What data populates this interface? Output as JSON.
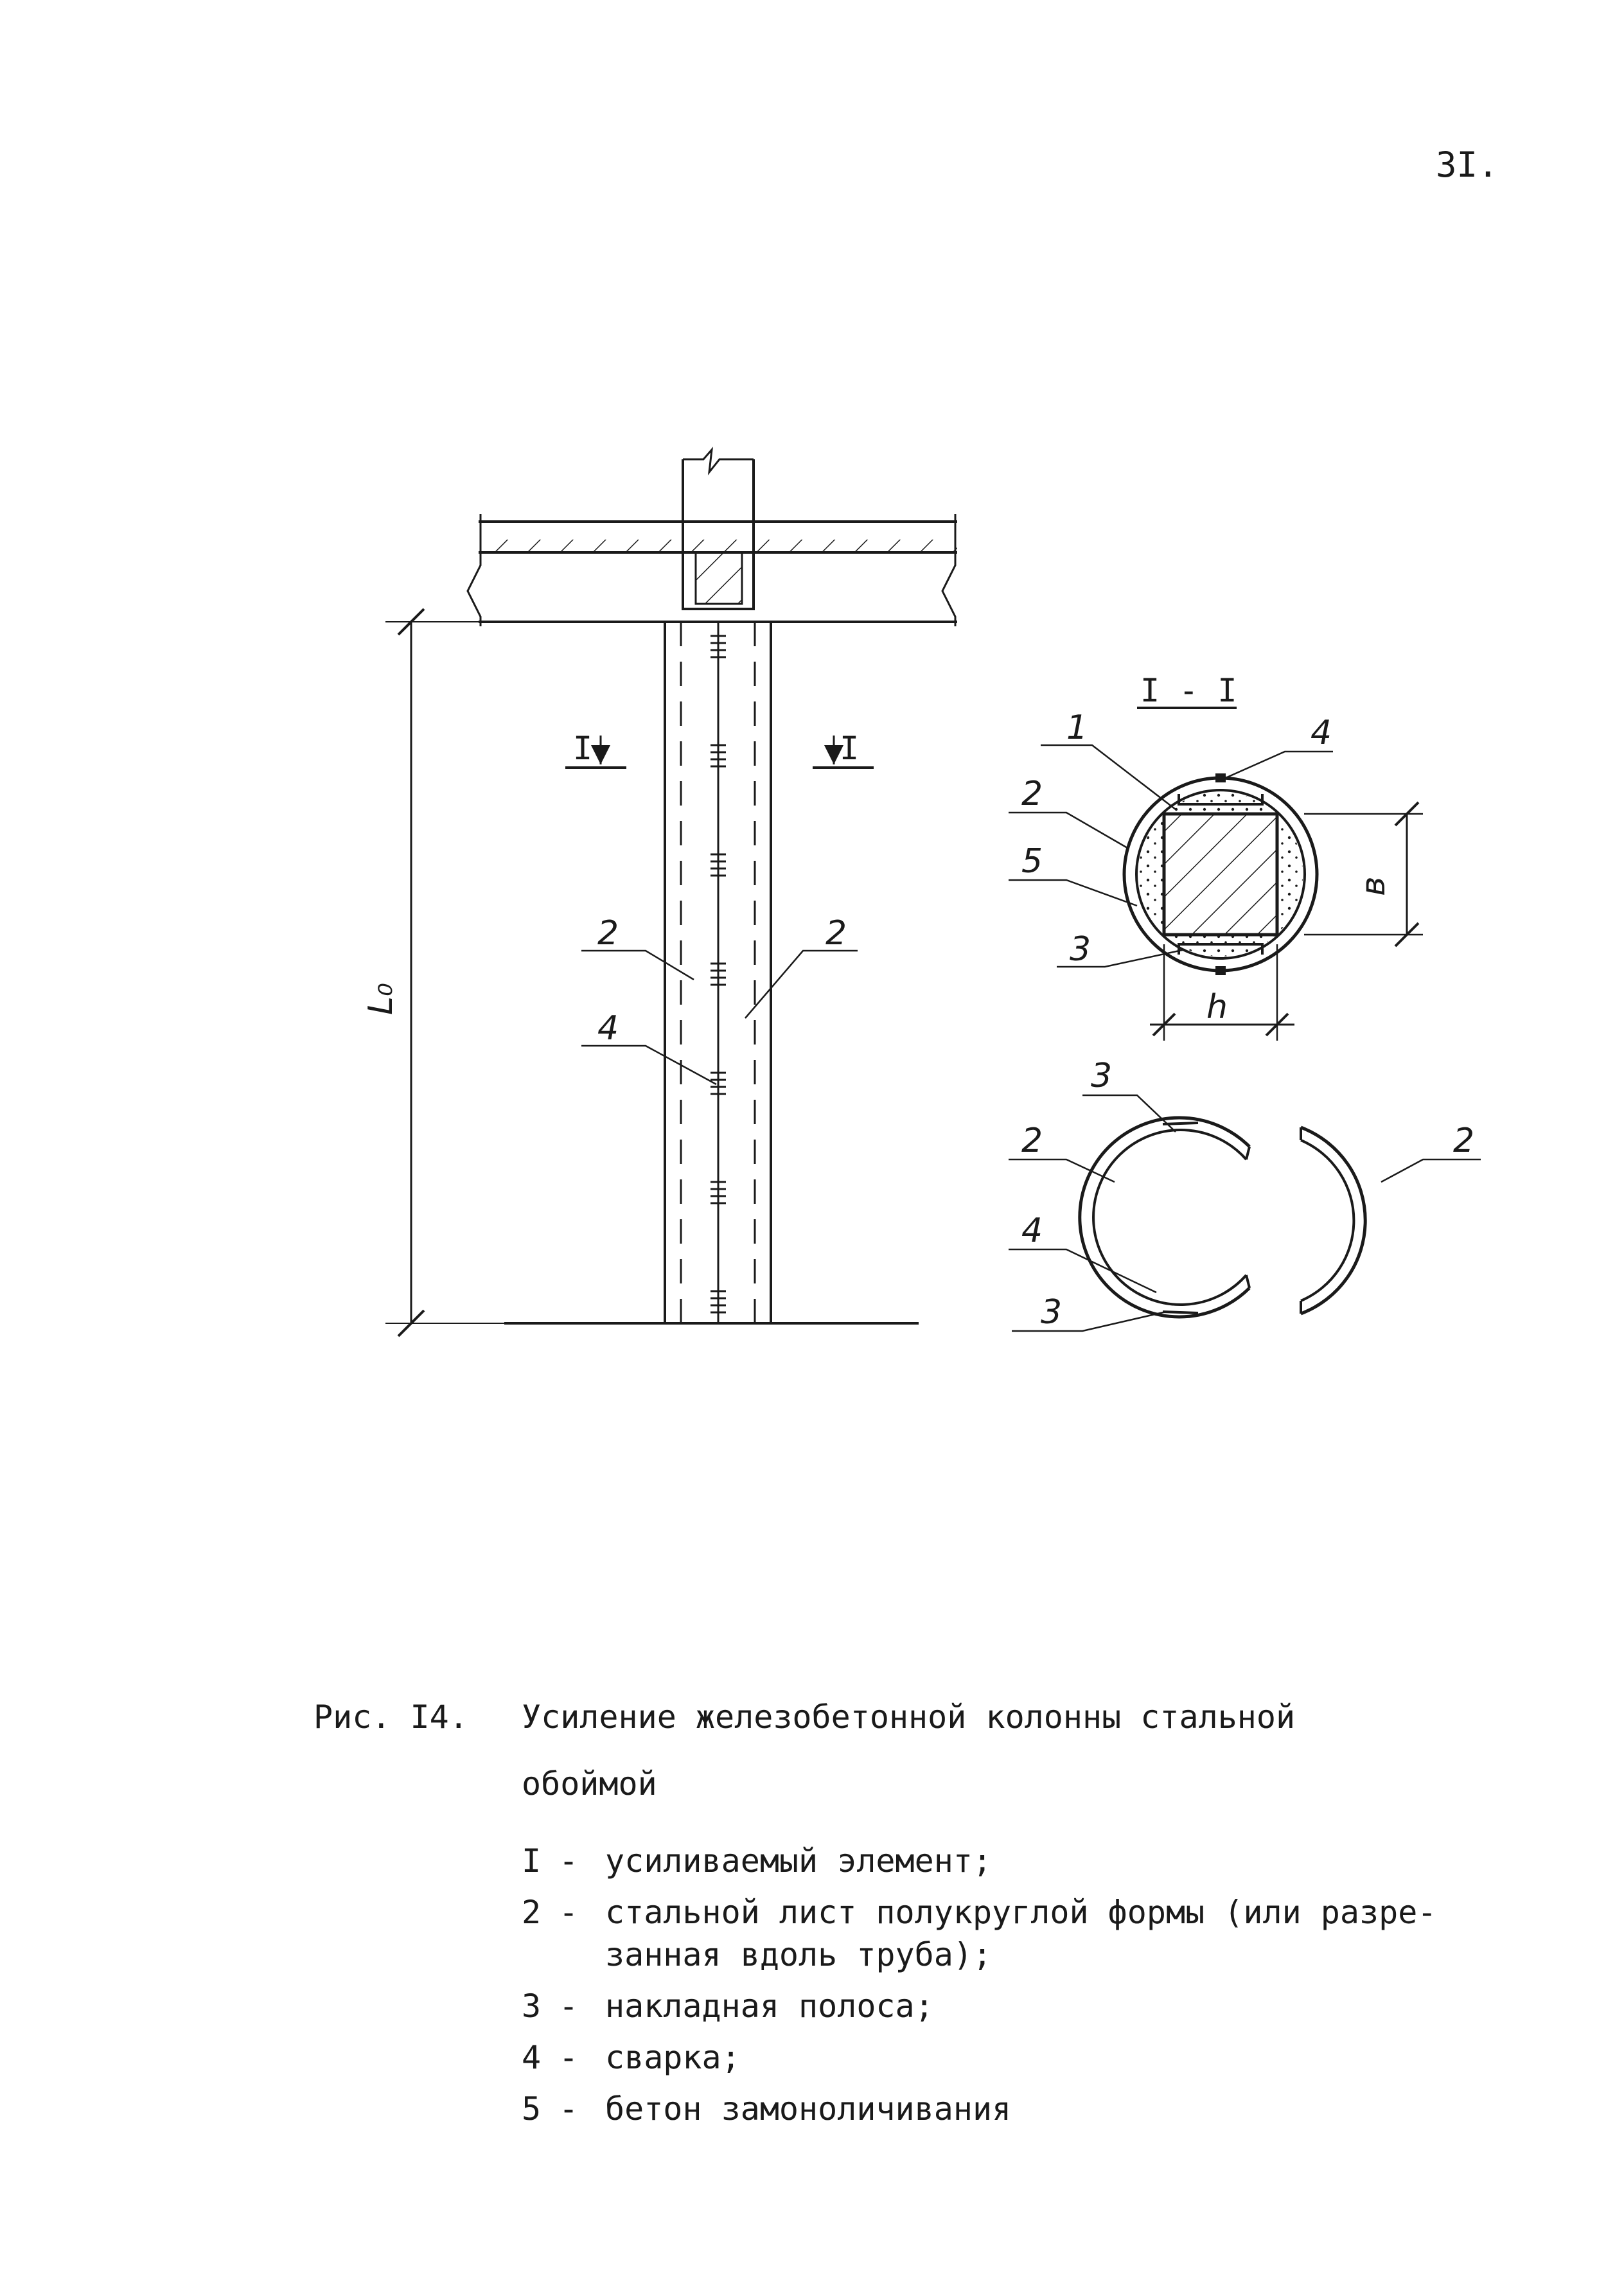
{
  "page_number": "3I.",
  "drawing": {
    "section_title": "I - I",
    "section_mark_left": "I",
    "section_mark_right": "I",
    "length_label": "L₀",
    "dim_width": "h",
    "dim_height": "в",
    "elevation_callouts": [
      "2",
      "2",
      "4"
    ],
    "section_callouts": [
      "1",
      "4",
      "2",
      "5",
      "3"
    ],
    "halves_callouts": [
      "3",
      "2",
      "4",
      "3",
      "2"
    ]
  },
  "caption": {
    "label": "Рис. I4.",
    "line1": "Усиление железобетонной колонны стальной",
    "line2": "обоймой"
  },
  "legend": [
    {
      "num": "I",
      "lines": [
        "усиливаемый элемент;"
      ]
    },
    {
      "num": "2",
      "lines": [
        "стальной лист полукруглой формы (или разре-",
        "занная вдоль труба);"
      ]
    },
    {
      "num": "3",
      "lines": [
        "накладная полоса;"
      ]
    },
    {
      "num": "4",
      "lines": [
        "сварка;"
      ]
    },
    {
      "num": "5",
      "lines": [
        "бетон замоноличивания"
      ]
    }
  ]
}
